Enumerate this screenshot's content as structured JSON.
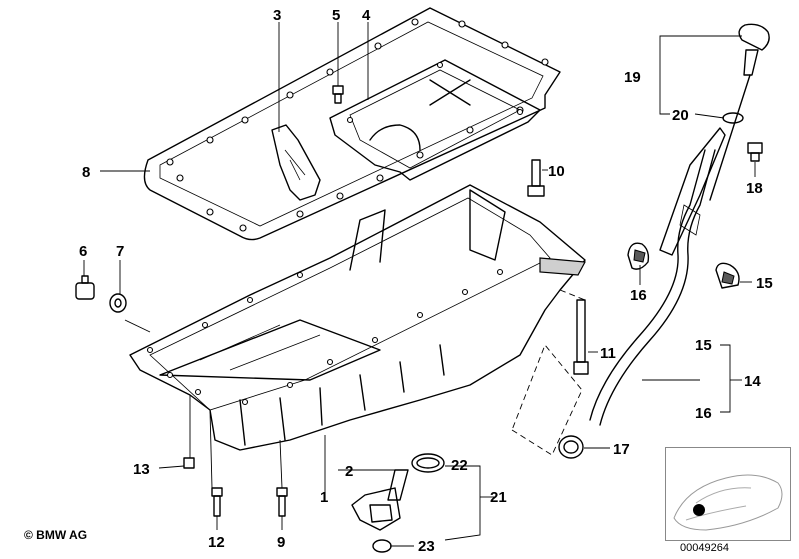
{
  "copyright": "© BMW AG",
  "diagram_id": "00049264",
  "labels": {
    "l1": "1",
    "l2": "2",
    "l3": "3",
    "l4": "4",
    "l5": "5",
    "l6": "6",
    "l7": "7",
    "l8": "8",
    "l9": "9",
    "l10": "10",
    "l11": "11",
    "l12": "12",
    "l13": "13",
    "l14": "14",
    "l15a": "15",
    "l15b": "15",
    "l16a": "16",
    "l16b": "16",
    "l17": "17",
    "l18": "18",
    "l19": "19",
    "l20": "20",
    "l21": "21",
    "l22": "22",
    "l23": "23"
  }
}
